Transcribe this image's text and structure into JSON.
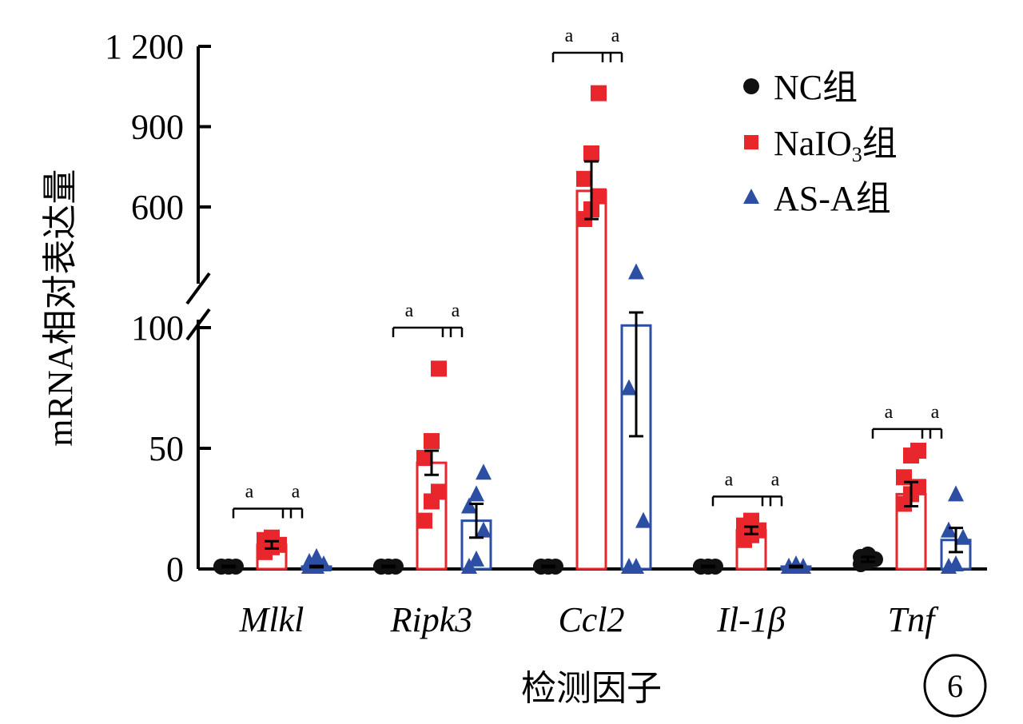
{
  "chart_data": {
    "type": "bar",
    "xlabel": "检测因子",
    "ylabel": "mRNA相对表达量",
    "categories": [
      "Mlkl",
      "Ripk3",
      "Ccl2",
      "Il-1β",
      "Tnf"
    ],
    "axis_break": {
      "lower_range": [
        0,
        100
      ],
      "upper_range": [
        600,
        1200
      ]
    },
    "y_ticks": {
      "lower": [
        0,
        50,
        100
      ],
      "upper": [
        600,
        900,
        1200
      ]
    },
    "y_tick_labels": {
      "lower": [
        "0",
        "50",
        "100"
      ],
      "upper": [
        "600",
        "900",
        "1 200"
      ]
    },
    "series": [
      {
        "name": "NC组",
        "marker": "circle",
        "color": "#111111",
        "values": [
          1,
          1,
          1,
          1,
          4
        ],
        "errors": [
          0.3,
          0.3,
          0.3,
          0.3,
          1
        ],
        "points": [
          [
            1,
            1,
            1,
            1,
            1
          ],
          [
            1,
            1,
            1,
            1,
            1
          ],
          [
            1,
            1,
            1,
            1,
            1
          ],
          [
            1,
            1,
            1,
            1,
            1
          ],
          [
            2,
            3,
            4,
            5,
            6
          ]
        ]
      },
      {
        "name": "NaIO3组",
        "marker": "square",
        "color": "#e8262c",
        "values": [
          10,
          44,
          660,
          16,
          31
        ],
        "errors": [
          1.5,
          5,
          110,
          1.5,
          5
        ],
        "points": [
          [
            7,
            9,
            10,
            12,
            13
          ],
          [
            20,
            28,
            32,
            46,
            53,
            83
          ],
          [
            550,
            590,
            640,
            705,
            800,
            1025
          ],
          [
            12,
            14,
            16,
            18,
            20
          ],
          [
            27,
            31,
            34,
            38,
            47,
            49
          ]
        ]
      },
      {
        "name": "AS-A组",
        "marker": "triangle",
        "color": "#2c4ea3",
        "values": [
          1,
          20,
          109,
          1,
          12
        ],
        "errors": [
          0.3,
          7,
          54,
          0.3,
          5
        ],
        "points": [
          [
            1,
            1,
            2,
            3,
            5
          ],
          [
            1,
            4,
            16,
            26,
            31,
            40
          ],
          [
            1,
            1,
            20,
            75,
            330
          ],
          [
            1,
            1,
            1,
            1,
            2
          ],
          [
            1,
            2,
            13,
            16,
            31
          ]
        ]
      }
    ],
    "significance": [
      {
        "category": "Mlkl",
        "labels": [
          "a",
          "a"
        ],
        "max": 25
      },
      {
        "category": "Ripk3",
        "labels": [
          "a",
          "a"
        ],
        "max": 100
      },
      {
        "category": "Ccl2",
        "labels": [
          "a",
          "a"
        ],
        "max": 1200
      },
      {
        "category": "Il-1β",
        "labels": [
          "a",
          "a"
        ],
        "max": 30
      },
      {
        "category": "Tnf",
        "labels": [
          "a",
          "a"
        ],
        "max": 58
      }
    ],
    "legend_position": "top-right"
  },
  "legend": {
    "items": [
      {
        "key": "nc",
        "base": "NC",
        "sub": "",
        "tail": "组"
      },
      {
        "key": "naio3",
        "base": "NaIO",
        "sub": "3",
        "tail": "组"
      },
      {
        "key": "asa",
        "base": "AS-A",
        "sub": "",
        "tail": "组"
      }
    ]
  },
  "panel_label": "6"
}
